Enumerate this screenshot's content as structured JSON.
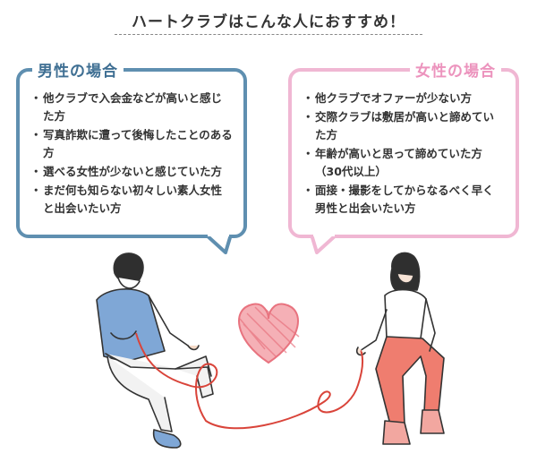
{
  "title": "ハートクラブはこんな人におすすめ！",
  "male": {
    "heading": "男性の場合",
    "items": [
      "他クラブで入会金などが高いと感じた方",
      "写真詐欺に遭って後悔したことのある方",
      "選べる女性が少ないと感じていた方",
      "まだ何も知らない初々しい素人女性と出会いたい方"
    ]
  },
  "female": {
    "heading": "女性の場合",
    "items": [
      "他クラブでオファーが少ない方",
      "交際クラブは敷居が高いと諦めていた方",
      "年齢が高いと思って諦めていた方（30代以上）",
      "面接・撮影をしてからなるべく早く男性と出会いたい方"
    ]
  },
  "colors": {
    "male_accent": "#5f8fb0",
    "female_accent": "#f0b7d3",
    "heart": "#e8737f",
    "thread": "#d9443a"
  }
}
